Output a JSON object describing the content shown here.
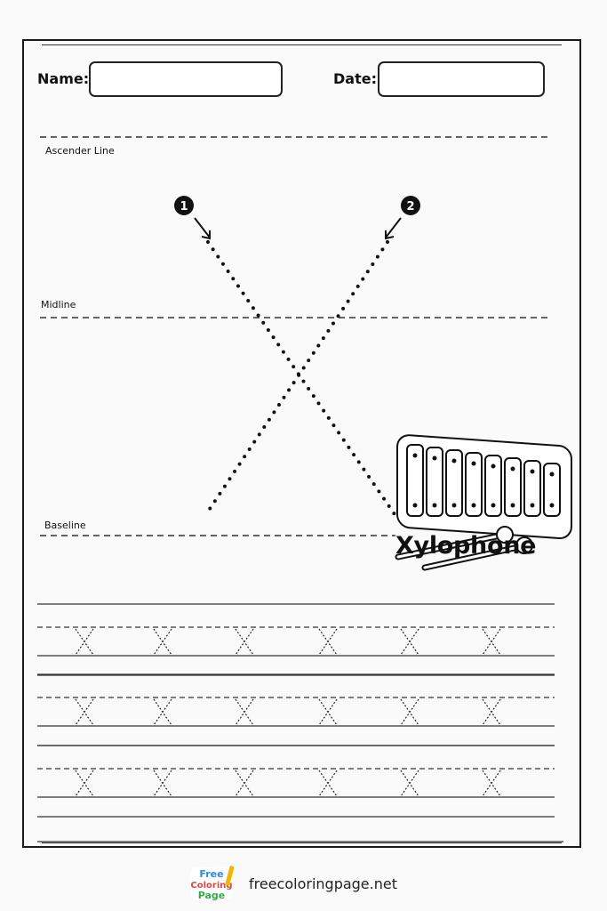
{
  "worksheet": {
    "name_label": "Name:",
    "date_label": "Date:",
    "guides": {
      "ascender_label": "Ascender Line",
      "midline_label": "Midline",
      "baseline_label": "Baseline"
    },
    "stroke_numbers": [
      "1",
      "2"
    ],
    "picture_word": "Xylophone",
    "picture_icon": "xylophone-icon",
    "traced_letter": "X",
    "practice_rows": 3,
    "letters_per_row": 6
  },
  "footer": {
    "logo_text": [
      "Free",
      "Coloring",
      "Page"
    ],
    "site_text": "freecoloringpage.net"
  }
}
